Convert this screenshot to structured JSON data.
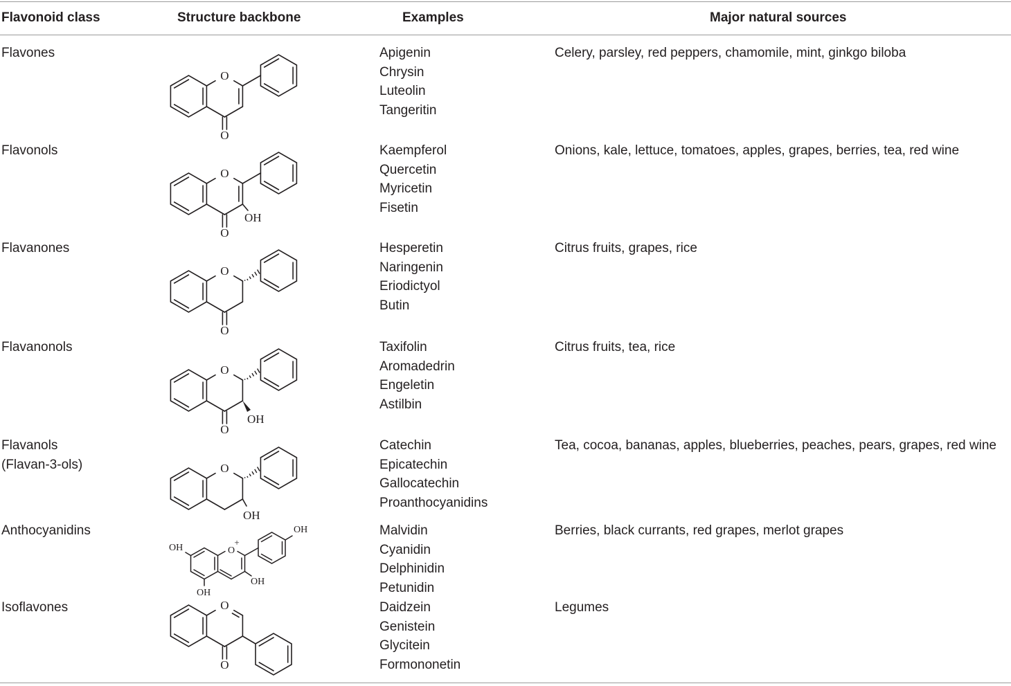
{
  "headers": {
    "class": "Flavonoid class",
    "structure": "Structure backbone",
    "examples": "Examples",
    "sources": "Major natural sources"
  },
  "rows": [
    {
      "class_lines": [
        "Flavones"
      ],
      "examples": [
        "Apigenin",
        "Chrysin",
        "Luteolin",
        "Tangeritin"
      ],
      "sources": "Celery, parsley, red peppers, chamomile, mint, ginkgo biloba",
      "structure": "flavone-backbone"
    },
    {
      "class_lines": [
        "Flavonols"
      ],
      "examples": [
        "Kaempferol",
        "Quercetin",
        "Myricetin",
        "Fisetin"
      ],
      "sources": "Onions, kale, lettuce, tomatoes, apples, grapes, berries, tea, red wine",
      "structure": "flavonol-backbone"
    },
    {
      "class_lines": [
        "Flavanones"
      ],
      "examples": [
        "Hesperetin",
        "Naringenin",
        "Eriodictyol",
        "Butin"
      ],
      "sources": "Citrus fruits, grapes, rice",
      "structure": "flavanone-backbone"
    },
    {
      "class_lines": [
        "Flavanonols"
      ],
      "examples": [
        "Taxifolin",
        "Aromadedrin",
        "Engeletin",
        "Astilbin"
      ],
      "sources": "Citrus fruits, tea, rice",
      "structure": "flavanonol-backbone"
    },
    {
      "class_lines": [
        "Flavanols",
        "(Flavan-3-ols)"
      ],
      "examples": [
        "Catechin",
        "Epicatechin",
        "Gallocatechin",
        "Proanthocyanidins"
      ],
      "sources": "Tea, cocoa, bananas, apples, blueberries, peaches, pears, grapes, red wine",
      "structure": "flavanol-backbone"
    },
    {
      "class_lines": [
        "Anthocyanidins"
      ],
      "examples": [
        "Malvidin",
        "Cyanidin",
        "Delphinidin",
        "Petunidin"
      ],
      "sources": "Berries, black currants, red grapes, merlot grapes",
      "structure": "anthocyanidin-backbone"
    },
    {
      "class_lines": [
        "Isoflavones"
      ],
      "examples": [
        "Daidzein",
        "Genistein",
        "Glycitein",
        "Formononetin"
      ],
      "sources": "Legumes",
      "structure": "isoflavone-backbone"
    }
  ],
  "atom_labels": {
    "O": "O",
    "OH": "OH",
    "plus": "+"
  }
}
